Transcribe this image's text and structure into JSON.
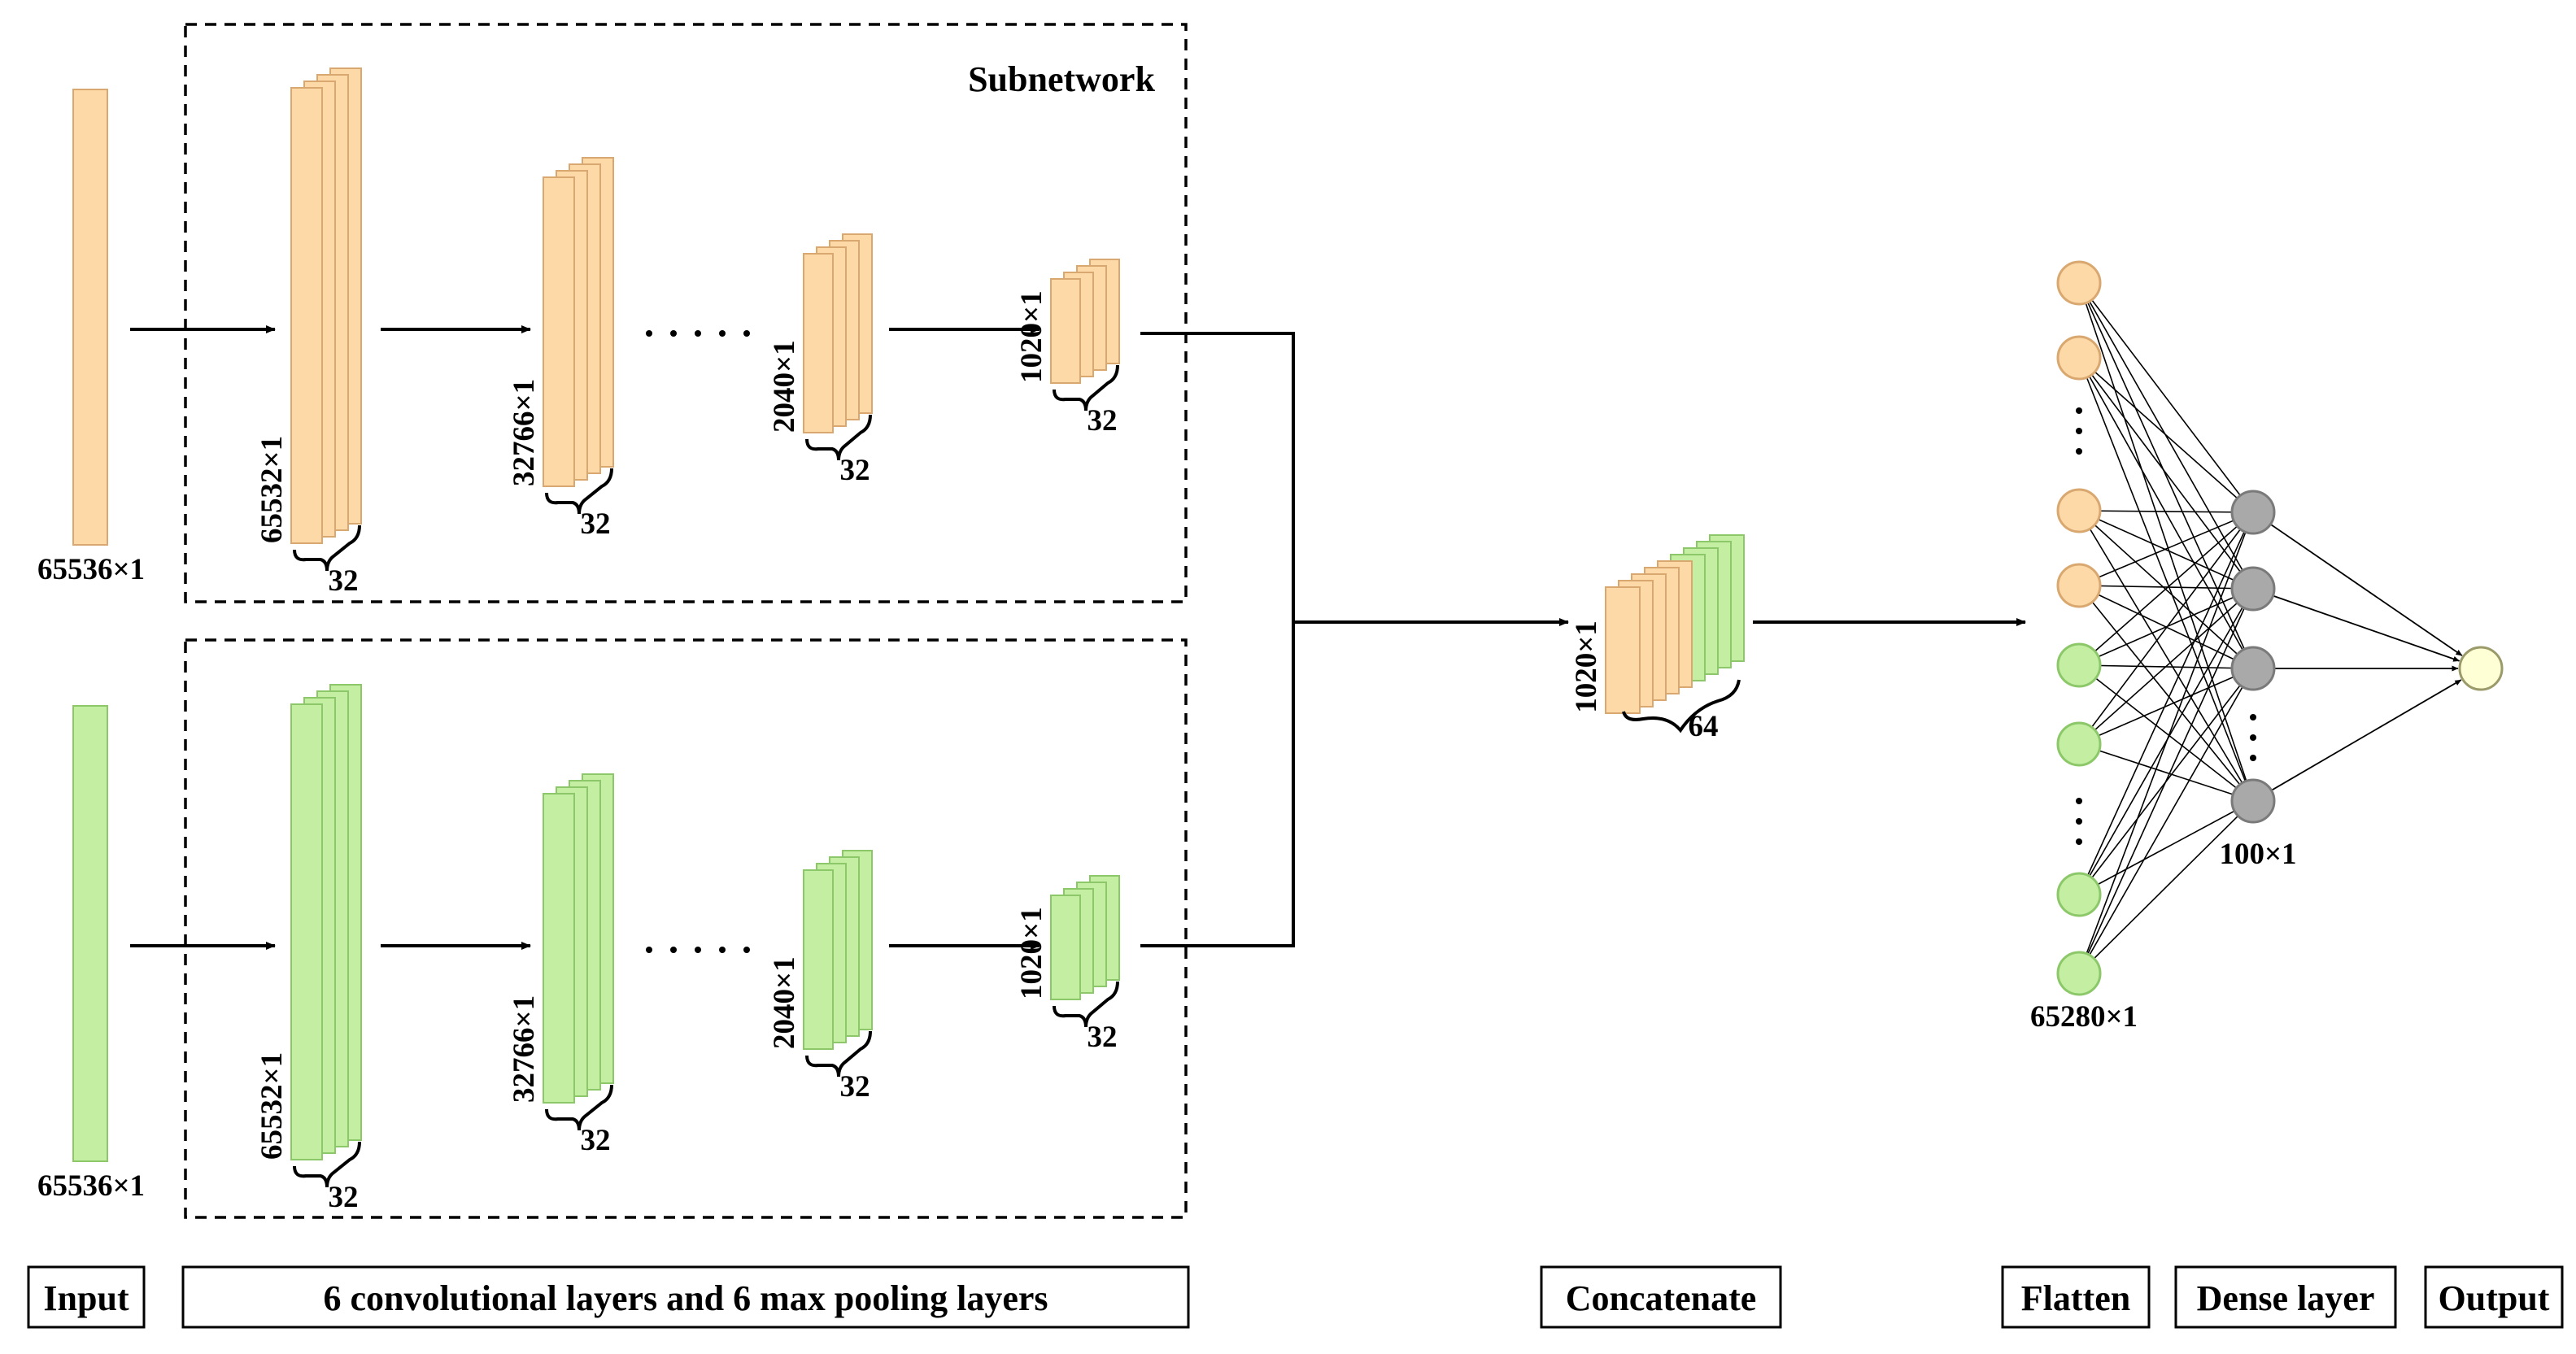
{
  "subnetwork_title": "Subnetwork",
  "colors": {
    "orange_fill": "#FDD9A8",
    "orange_stroke": "#D9A870",
    "green_fill": "#C4EFA2",
    "green_stroke": "#8CC86A",
    "gray_node": "#A9A9A9",
    "output_node": "#FFFFD6",
    "line": "#000000"
  },
  "branches": [
    {
      "color": "orange",
      "input_label": "65536×1",
      "layers": [
        {
          "size_label": "65532×1",
          "channel_label": "32"
        },
        {
          "size_label": "32766×1",
          "channel_label": "32"
        },
        {
          "size_label": "2040×1",
          "channel_label": "32"
        },
        {
          "size_label": "1020×1",
          "channel_label": "32"
        }
      ]
    },
    {
      "color": "green",
      "input_label": "65536×1",
      "layers": [
        {
          "size_label": "65532×1",
          "channel_label": "32"
        },
        {
          "size_label": "32766×1",
          "channel_label": "32"
        },
        {
          "size_label": "2040×1",
          "channel_label": "32"
        },
        {
          "size_label": "1020×1",
          "channel_label": "32"
        }
      ]
    }
  ],
  "concat": {
    "size_label": "1020×1",
    "channel_label": "64"
  },
  "network": {
    "input_label": "65280×1",
    "dense_label": "100×1",
    "input_nodes": [
      "orange",
      "orange",
      "orange",
      "orange",
      "green",
      "green",
      "green",
      "green"
    ],
    "dense_node_count": 4
  },
  "footer": {
    "input": "Input",
    "conv": "6 convolutional layers and 6 max pooling layers",
    "concatenate": "Concatenate",
    "flatten": "Flatten",
    "dense": "Dense layer",
    "output": "Output"
  }
}
